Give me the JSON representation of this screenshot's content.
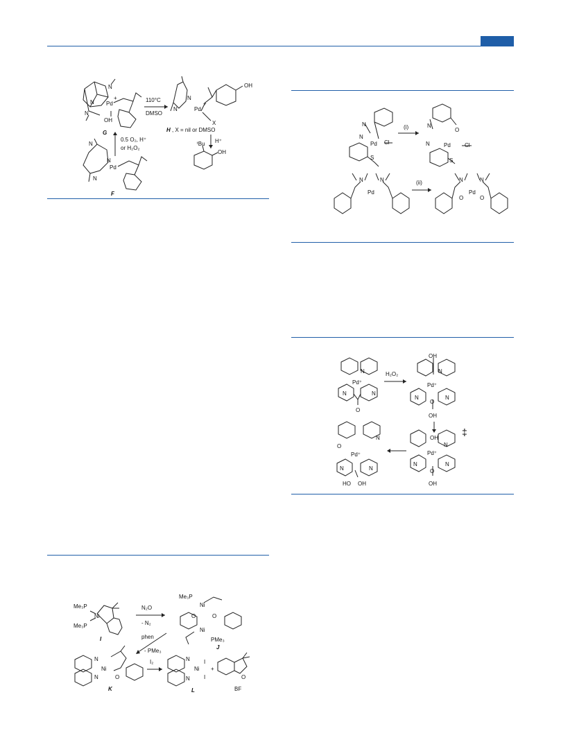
{
  "colors": {
    "accent": "#1f5ea8"
  },
  "scheme_tl": {
    "G": "G",
    "H": "H",
    "F": "F",
    "h_caption": ", X = nil or DMSO",
    "temp": "110°C",
    "solvent": "DMSO",
    "oxidant1": "0.5 O₂, H⁺",
    "oxidant2": "or H₂O₂",
    "acid": "H⁺",
    "tBu": "ᵗBu",
    "OH": "OH",
    "Pd_plus": "Pd⁺",
    "Pd": "Pd",
    "N": "N",
    "X": "X"
  },
  "scheme_tr": {
    "step_i": "(i)",
    "step_ii": "(ii)",
    "Cl": "Cl",
    "Pd": "Pd",
    "N": "N",
    "O": "O",
    "S": "S"
  },
  "scheme_mr": {
    "reagent": "H₂O₂",
    "ts": "‡",
    "Pd_plus": "Pd⁺",
    "N": "N",
    "O": "O",
    "OH": "OH",
    "HO": "HO"
  },
  "scheme_bl": {
    "I": "I",
    "J": "J",
    "K": "K",
    "L": "L",
    "BF": "BF",
    "reagent1": "N₂O",
    "byproduct1": "- N₂",
    "reagent2": "phen",
    "byproduct2": "- PMe₃",
    "reagent3": "I₂",
    "PMe3": "Me₃P",
    "PMe3b": "PMe₃",
    "Ni": "Ni",
    "iodide": "I",
    "O": "O",
    "N": "N"
  }
}
